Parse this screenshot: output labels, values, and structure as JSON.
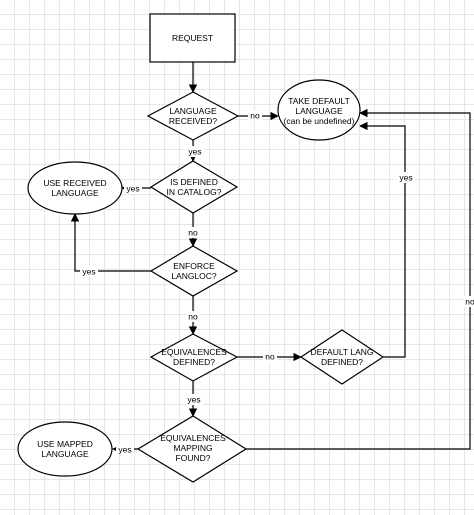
{
  "nodes": {
    "request": "REQUEST",
    "language_received": [
      "LANGUAGE",
      "RECEIVED?"
    ],
    "take_default": [
      "TAKE DEFAULT",
      "LANGUAGE",
      "(can be undefined)"
    ],
    "use_received": [
      "USE RECEIVED",
      "LANGUAGE"
    ],
    "is_defined": [
      "IS DEFINED",
      "IN CATALOG?"
    ],
    "enforce": [
      "ENFORCE",
      "LANGLOC?"
    ],
    "equivalences_defined": [
      "EQUIVALENCES",
      "DEFINED?"
    ],
    "default_lang_defined": [
      "DEFAULT LANG",
      "DEFINED?"
    ],
    "equivalences_found": [
      "EQUIVALENCES",
      "MAPPING",
      "FOUND?"
    ],
    "use_mapped": [
      "USE MAPPED",
      "LANGUAGE"
    ]
  },
  "edges": {
    "lang_no": "no",
    "lang_yes": "yes",
    "catalog_yes": "yes",
    "catalog_no": "no",
    "enforce_yes": "yes",
    "enforce_no": "no",
    "equiv_no": "no",
    "equiv_yes": "yes",
    "default_yes": "yes",
    "found_yes": "yes",
    "found_no": "no"
  }
}
